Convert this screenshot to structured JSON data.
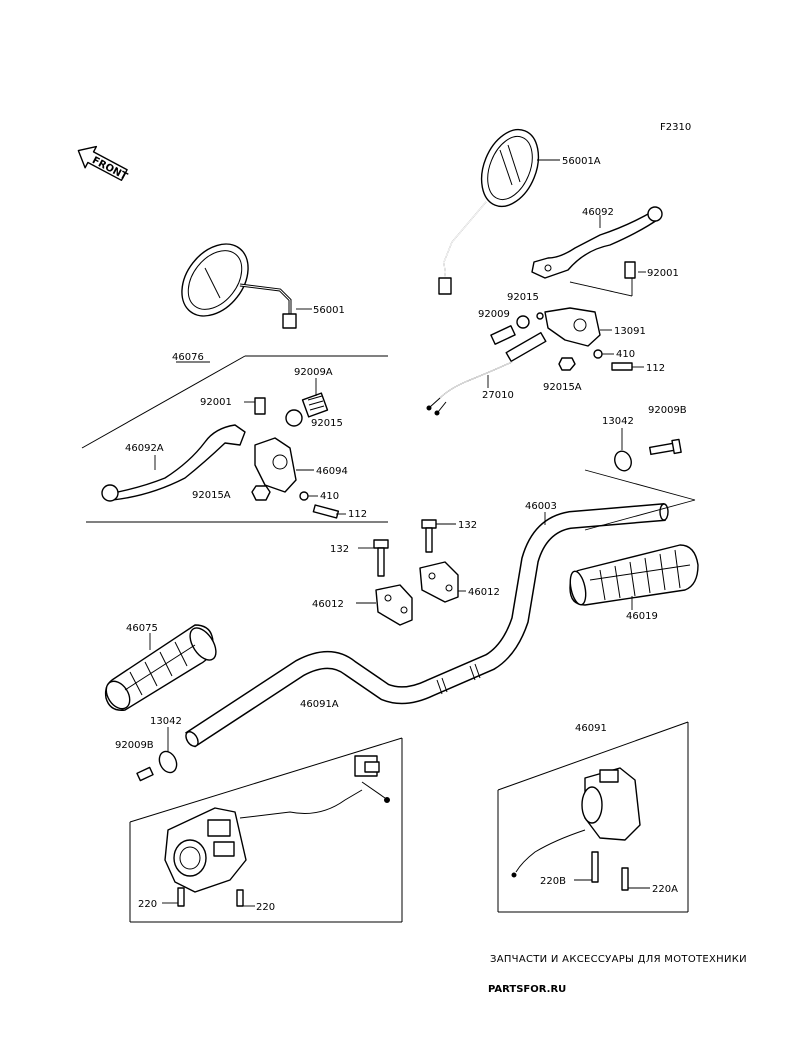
{
  "diagram": {
    "code": "F2310",
    "front_label": "FRONT",
    "callouts": [
      {
        "id": "56001A",
        "label": "56001A"
      },
      {
        "id": "46092",
        "label": "46092"
      },
      {
        "id": "92001-r",
        "label": "92001"
      },
      {
        "id": "56001",
        "label": "56001"
      },
      {
        "id": "92015-r",
        "label": "92015"
      },
      {
        "id": "92009-r",
        "label": "92009"
      },
      {
        "id": "13091",
        "label": "13091"
      },
      {
        "id": "410-r",
        "label": "410"
      },
      {
        "id": "112-r",
        "label": "112"
      },
      {
        "id": "92015A-r",
        "label": "92015A"
      },
      {
        "id": "27010",
        "label": "27010"
      },
      {
        "id": "46076",
        "label": "46076"
      },
      {
        "id": "92009A",
        "label": "92009A"
      },
      {
        "id": "92001-l",
        "label": "92001"
      },
      {
        "id": "92015-l",
        "label": "92015"
      },
      {
        "id": "46092A",
        "label": "46092A"
      },
      {
        "id": "46094",
        "label": "46094"
      },
      {
        "id": "92015A-l",
        "label": "92015A"
      },
      {
        "id": "410-l",
        "label": "410"
      },
      {
        "id": "112-l",
        "label": "112"
      },
      {
        "id": "13042-r",
        "label": "13042"
      },
      {
        "id": "92009B-r",
        "label": "92009B"
      },
      {
        "id": "46003",
        "label": "46003"
      },
      {
        "id": "132-a",
        "label": "132"
      },
      {
        "id": "132-b",
        "label": "132"
      },
      {
        "id": "46012-a",
        "label": "46012"
      },
      {
        "id": "46012-b",
        "label": "46012"
      },
      {
        "id": "46019",
        "label": "46019"
      },
      {
        "id": "46075",
        "label": "46075"
      },
      {
        "id": "46091A",
        "label": "46091A"
      },
      {
        "id": "13042-l",
        "label": "13042"
      },
      {
        "id": "92009B-l",
        "label": "92009B"
      },
      {
        "id": "46091",
        "label": "46091"
      },
      {
        "id": "220-a",
        "label": "220"
      },
      {
        "id": "220-b",
        "label": "220"
      },
      {
        "id": "220B",
        "label": "220B"
      },
      {
        "id": "220A",
        "label": "220A"
      }
    ]
  },
  "watermark": {
    "caption": "ЗАПЧАСТИ И АКСЕССУАРЫ ДЛЯ МОТОТЕХНИКИ",
    "logo": "PARTSFOR.RU"
  }
}
